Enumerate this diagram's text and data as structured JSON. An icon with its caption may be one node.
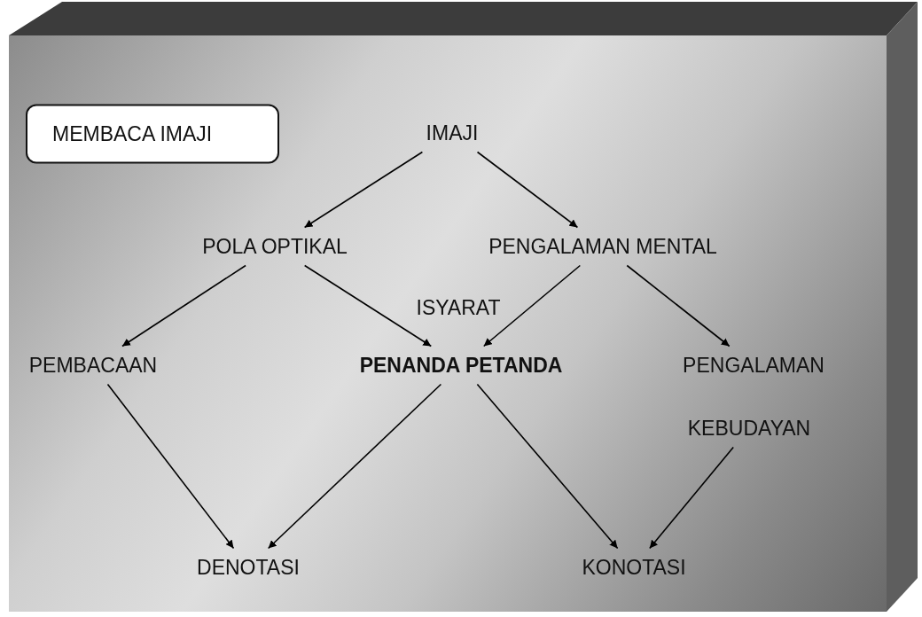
{
  "diagram": {
    "nodes": [
      {
        "text": [
          "MEMBACA  IMAJI"
        ]
      },
      {
        "text": [
          "IMAJI"
        ]
      },
      {
        "text": [
          "POLA OPTIKAL"
        ]
      },
      {
        "text": [
          "PENGALAMAN MENTAL"
        ]
      },
      {
        "text": [
          "PEMBACAAN"
        ]
      },
      {
        "text": [
          "PENANDA PETANDA"
        ]
      },
      {
        "text": [
          "PENGALAMAN"
        ]
      },
      {
        "text": [
          "KEBUDAYAN"
        ]
      },
      {
        "text": [
          "DENOTASI"
        ]
      },
      {
        "text": [
          "KONOTASI"
        ]
      }
    ],
    "edges": [
      {
        "from": 1,
        "to": 2,
        "arrow": "to"
      },
      {
        "from": 1,
        "to": 3,
        "arrow": "to"
      },
      {
        "from": 2,
        "to": 4,
        "arrow": "to"
      },
      {
        "from": 2,
        "to": 5,
        "arrow": "to"
      },
      {
        "from": 3,
        "to": 5,
        "arrow": "to"
      },
      {
        "from": 3,
        "to": 6,
        "arrow": "to"
      },
      {
        "from": 4,
        "to": 8,
        "arrow": "to"
      },
      {
        "from": 5,
        "to": 8,
        "arrow": "to"
      },
      {
        "from": 5,
        "to": 9,
        "arrow": "to"
      },
      {
        "from": 7,
        "to": 9,
        "arrow": "to"
      }
    ],
    "labels": [
      "ISYARAT"
    ]
  }
}
